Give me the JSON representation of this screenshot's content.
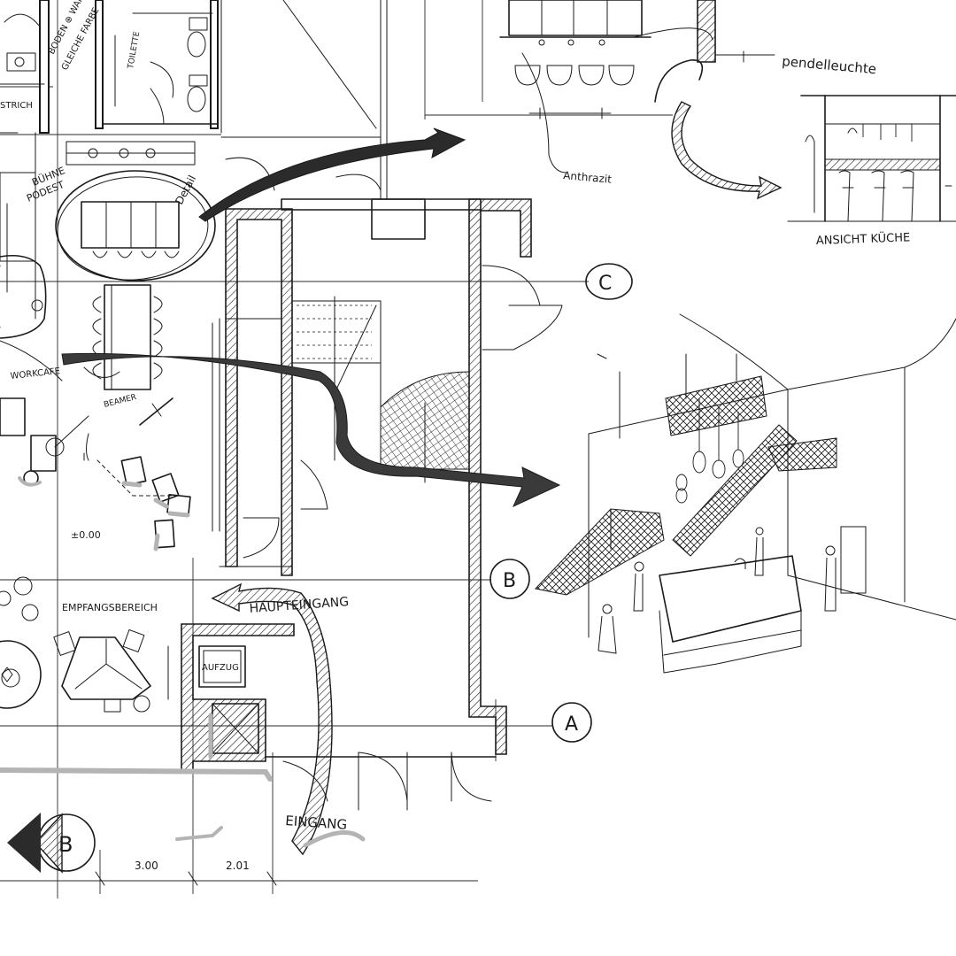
{
  "sketch": {
    "labels": {
      "boden_wand": "BODEN ⊕ WAND",
      "gleiche_farbe": "GLEICHE FARBE",
      "toilette": "TOILETTE",
      "estrich": "STRICH",
      "buehne": "BÜHNE",
      "podest": "PODEST",
      "detail": "Detail",
      "workcafe": "WORKCAFE",
      "beamer": "BEAMER",
      "level_zero": "±0.00",
      "empfang": "EMPFANGSBEREICH",
      "aufzug": "AUFZUG",
      "haupteingang": "HAUPTEINGANG",
      "eingang": "EINGANG",
      "anthrazit": "Anthrazit",
      "pendelleuchte": "pendelleuchte",
      "ansicht_kueche": "ANSICHT KÜCHE"
    },
    "axes": {
      "a": "A",
      "b": "B",
      "c": "C",
      "section_b": "B"
    },
    "dimensions": {
      "d1": "3.00",
      "d2": "2.01"
    }
  }
}
